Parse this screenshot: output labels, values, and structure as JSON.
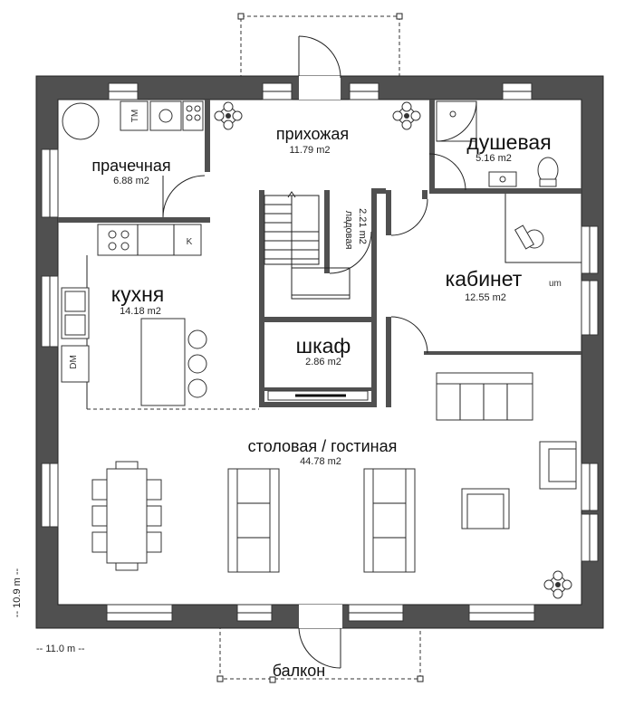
{
  "rooms": {
    "hallway": {
      "name": "прихожая",
      "area": "11.79 m2"
    },
    "shower": {
      "name": "душевая",
      "area": "5.16 m2"
    },
    "laundry": {
      "name": "прачечная",
      "area": "6.88 m2"
    },
    "pantry": {
      "name": "ладовая",
      "area": "2.21 m2"
    },
    "office": {
      "name": "кабинет",
      "area": "12.55 m2"
    },
    "kitchen": {
      "name": "кухня",
      "area": "14.18 m2"
    },
    "closet": {
      "name": "шкаф",
      "area": "2.86 m2"
    },
    "living": {
      "name": "столовая / гостиная",
      "area": "44.78 m2"
    },
    "balcony": {
      "name": "балкон"
    }
  },
  "appliances": {
    "tm": "TM",
    "k": "K",
    "dm": "DM",
    "um": "um"
  },
  "dimensions": {
    "width": "-- 11.0 m --",
    "height": "-- 10.9 m --"
  },
  "colors": {
    "wall": "#505050",
    "line": "#222222",
    "background": "#ffffff"
  }
}
